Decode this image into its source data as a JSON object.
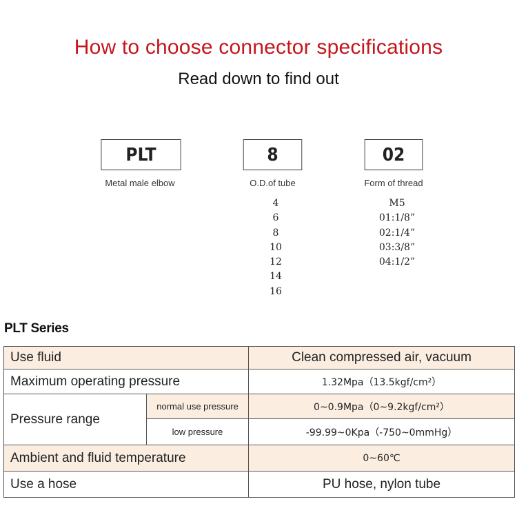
{
  "header": {
    "title": "How to choose connector specifications",
    "subtitle": "Read down to find out"
  },
  "code": {
    "parts": [
      {
        "code": "PLT",
        "label": "Metal male elbow"
      },
      {
        "code": "8",
        "label": "O.D.of tube"
      },
      {
        "code": "02",
        "label": "Form of thread"
      }
    ],
    "tube_sizes": [
      "4",
      "6",
      "8",
      "10",
      "12",
      "14",
      "16"
    ],
    "thread_forms": [
      "M5",
      "01:1/8”",
      "02:1/4”",
      "03:3/8”",
      "04:1/2”"
    ]
  },
  "series_title": "PLT Series",
  "spec": {
    "use_fluid": {
      "label": "Use fluid",
      "value": "Clean compressed air, vacuum"
    },
    "max_pressure": {
      "label": "Maximum operating pressure",
      "value": "1.32Mpa（13.5kgf/cm²）"
    },
    "pressure_range": {
      "label": "Pressure range",
      "normal": {
        "label": "normal use pressure",
        "value": "0~0.9Mpa（0~9.2kgf/cm²）"
      },
      "low": {
        "label": "low pressure",
        "value": "-99.99~0Kpa（-750~0mmHg）"
      }
    },
    "temperature": {
      "label": "Ambient and fluid temperature",
      "value": "0~60℃"
    },
    "hose": {
      "label": "Use a hose",
      "value": "PU hose, nylon tube"
    }
  },
  "colors": {
    "title": "#c4161c",
    "row_shade": "#fbeee1",
    "border": "#555555"
  }
}
